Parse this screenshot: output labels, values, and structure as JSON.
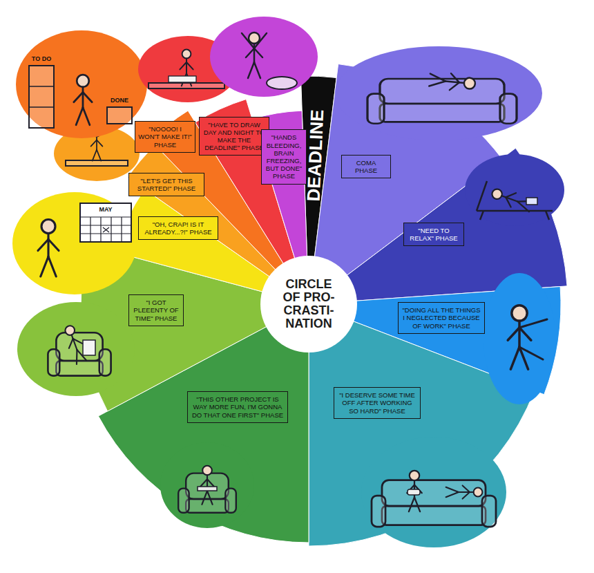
{
  "diagram": {
    "nodes": [
      {
        "text": [
          "CIRCLE OF PRO- CRASTI- NATION"
        ]
      },
      {
        "text": [
          "DEADLINE"
        ]
      },
      {
        "text": [
          "COMA PHASE"
        ]
      },
      {
        "text": [
          "\"NEED TO RELAX\" PHASE"
        ]
      },
      {
        "text": [
          "\"DOING ALL THE THINGS I NEGLECTED BECAUSE OF WORK\" PHASE"
        ]
      },
      {
        "text": [
          "\"I DESERVE SOME TIME OFF AFTER WORKING SO HARD\" PHASE"
        ]
      },
      {
        "text": [
          "\"THIS OTHER PROJECT IS WAY MORE FUN, I'M GONNA DO THAT ONE FIRST\" PHASE"
        ]
      },
      {
        "text": [
          "\"I GOT PLEEENTY OF TIME\" PHASE"
        ]
      },
      {
        "text": [
          "\"OH, CRAP! IS IT ALREADY...?!\" PHASE"
        ]
      },
      {
        "text": [
          "\"LET'S GET THIS STARTED!\" PHASE"
        ]
      },
      {
        "text": [
          "\"NOOOO! I WON'T MAKE IT!\" PHASE"
        ]
      },
      {
        "text": [
          "\"HAVE TO DRAW DAY AND NIGHT TO MAKE THE DEADLINE\" PHASE"
        ]
      },
      {
        "text": [
          "\"HANDS BLEEDING, BRAIN FREEZING, BUT DONE\" PHASE"
        ]
      }
    ],
    "labels": [
      "TO DO",
      "DONE",
      "MAY"
    ]
  }
}
